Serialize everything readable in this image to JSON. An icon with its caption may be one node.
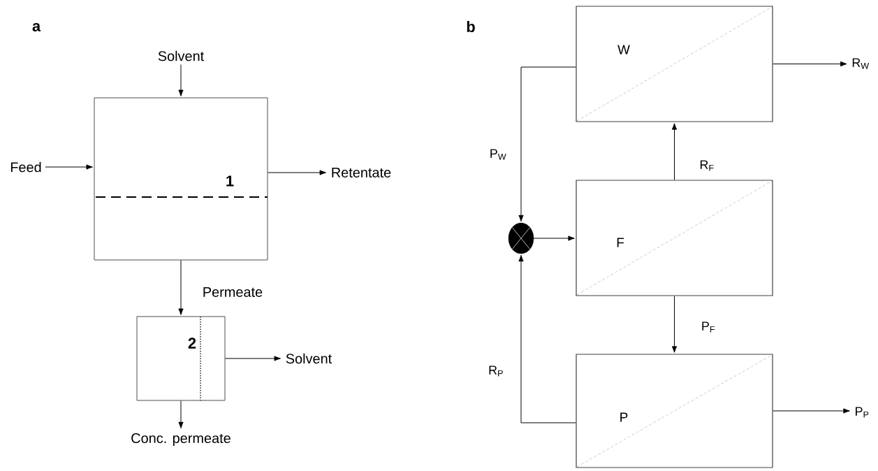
{
  "diagram": {
    "nodes": [
      {
        "text": [
          "Solvent"
        ]
      },
      {
        "text": [
          "1"
        ]
      },
      {
        "text": [
          "Feed"
        ]
      },
      {
        "text": [
          "Retentate"
        ]
      },
      {
        "text": [
          "2"
        ]
      },
      {
        "text": [
          "Solvent"
        ]
      },
      {
        "text": [
          "Conc. permeate"
        ]
      },
      {
        "text": [
          "W"
        ]
      },
      {
        "text": [
          "F"
        ]
      },
      {
        "text": [
          "P"
        ]
      },
      {
        "text": [],
        "shape": "circle"
      },
      {
        "text": [
          "R$_{W}$"
        ]
      },
      {
        "text": [
          "P$_{P}$"
        ]
      }
    ],
    "edges": [
      {
        "from": 0,
        "to": 1,
        "arrow": "to"
      },
      {
        "from": 2,
        "to": 1,
        "arrow": "to"
      },
      {
        "from": 1,
        "to": 3,
        "arrow": "to"
      },
      {
        "from": 1,
        "to": 4,
        "arrow": "to",
        "label": "Permeate"
      },
      {
        "from": 4,
        "to": 5,
        "arrow": "to"
      },
      {
        "from": 4,
        "to": 6,
        "arrow": "to"
      },
      {
        "from": 7,
        "to": 11,
        "arrow": "to"
      },
      {
        "from": 9,
        "to": 12,
        "arrow": "to"
      },
      {
        "from": 8,
        "to": 7,
        "arrow": "to",
        "label": "R$_{F}$"
      },
      {
        "from": 8,
        "to": 9,
        "arrow": "to",
        "label": "P$_{F}$"
      },
      {
        "from": 7,
        "to": 10,
        "arrow": "to",
        "label": "P$_{W}$"
      },
      {
        "from": 9,
        "to": 10,
        "arrow": "to",
        "label": "R$_{P}$"
      },
      {
        "from": 10,
        "to": 8,
        "arrow": "to"
      }
    ],
    "labels": [
      "a",
      "b"
    ]
  }
}
